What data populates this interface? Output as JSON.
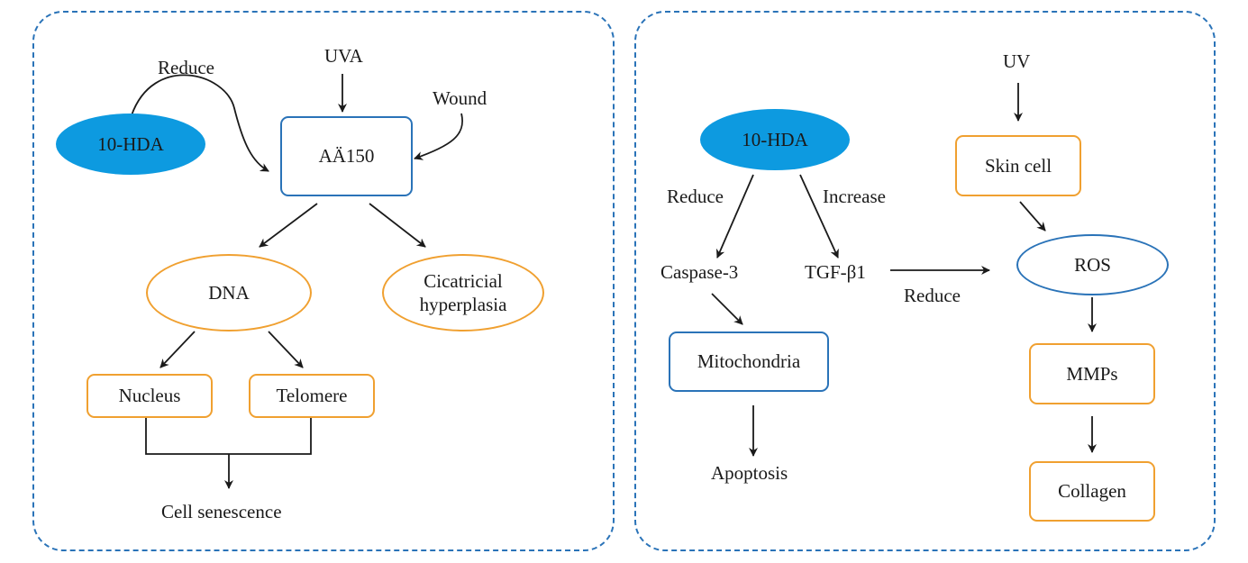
{
  "left_panel": {
    "uva": "UVA",
    "reduce": "Reduce",
    "wound": "Wound",
    "hda": "10-HDA",
    "center": "AÄ150",
    "dna": "DNA",
    "cicatricial": "Cicatricial hyperplasia",
    "nucleus": "Nucleus",
    "telomere": "Telomere",
    "senescence": "Cell senescence"
  },
  "right_panel": {
    "uv": "UV",
    "hda": "10-HDA",
    "reduce_left": "Reduce",
    "increase": "Increase",
    "caspase": "Caspase-3",
    "tgf": "TGF-β1",
    "reduce_arrow": "Reduce",
    "mitochondria": "Mitochondria",
    "apoptosis": "Apoptosis",
    "skin_cell": "Skin cell",
    "ros": "ROS",
    "mmps": "MMPs",
    "collagen": "Collagen"
  },
  "colors": {
    "panel_border": "#2a73b8",
    "orange_border": "#f0a030",
    "blue_border": "#2a73b8",
    "ellipse_fill": "#0d9ae0",
    "arrow": "#1a1a1a"
  }
}
